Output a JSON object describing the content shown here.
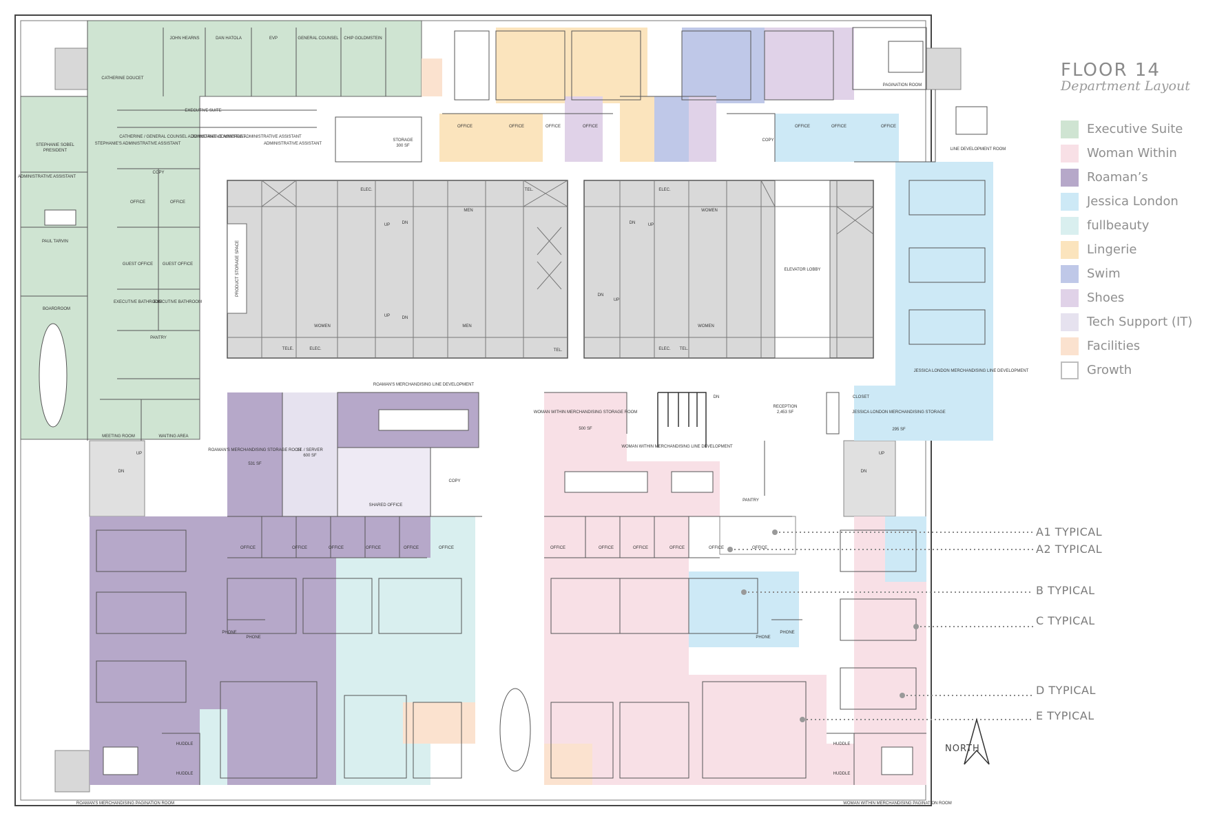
{
  "floor_title": "FLOOR 14",
  "floor_subtitle": "Department Layout",
  "legend": [
    {
      "label": "Executive Suite",
      "color": "#cfe4d2",
      "stroke": "#cfe4d2"
    },
    {
      "label": "Woman Within",
      "color": "#f8e0e6",
      "stroke": "#f8e0e6"
    },
    {
      "label": "Roaman’s",
      "color": "#b6a8c9",
      "stroke": "#b6a8c9"
    },
    {
      "label": "Jessica London",
      "color": "#cde9f6",
      "stroke": "#cde9f6"
    },
    {
      "label": "fullbeauty",
      "color": "#d9efef",
      "stroke": "#d9efef"
    },
    {
      "label": "Lingerie",
      "color": "#fbe4bd",
      "stroke": "#fbe4bd"
    },
    {
      "label": "Swim",
      "color": "#bfc8e8",
      "stroke": "#bfc8e8"
    },
    {
      "label": "Shoes",
      "color": "#e0d2e8",
      "stroke": "#e0d2e8"
    },
    {
      "label": "Tech Support (IT)",
      "color": "#e6e2ef",
      "stroke": "#e6e2ef"
    },
    {
      "label": "Facilities",
      "color": "#fbe2cf",
      "stroke": "#fbe2cf"
    },
    {
      "label": "Growth",
      "color": "#ffffff",
      "stroke": "#bdbdbd"
    }
  ],
  "typicals": [
    "A1 TYPICAL",
    "A2 TYPICAL",
    "B TYPICAL",
    "C TYPICAL",
    "D TYPICAL",
    "E TYPICAL"
  ],
  "north_label": "NORTH",
  "rooms": {
    "catherine": "CATHERINE DOUCET",
    "exec_suite": "EXECUTIVE SUITE",
    "stephanie": "STEPHANIE SOBEL",
    "president": "PRESIDENT",
    "admin_assistant": "ADMINISTRATIVE ASSISTANT",
    "paul": "PAUL TARVIN",
    "boardroom": "BOARDROOM",
    "meeting_room": "MEETING ROOM",
    "waiting_area": "WAITING AREA",
    "exec_bath_1": "EXECUTIVE BATHROOM",
    "exec_bath_2": "EXECUTIVE BATHROOM",
    "pantry_exec": "PANTRY",
    "copy_exec": "COPY",
    "office_a": "OFFICE",
    "office_b": "OFFICE",
    "guest_office_a": "GUEST OFFICE",
    "guest_office_b": "GUEST OFFICE",
    "stephanies_admin": "STEPHANIE'S ADMINISTRATIVE ASSISTANT",
    "catherine_admin": "CATHERINE / GENERAL COUNSEL ADMINISTRATIVE ASSISTANT",
    "john_admin": "JOHN/DANIE-COMMERCE ADMINISTRATIVE ASSISTANT",
    "admin_assist": "ADMINISTRATIVE ASSISTANT",
    "john_hearns": "JOHN HEARNS",
    "dan_hatola": "DAN HATOLA",
    "evp": "EVP",
    "general_counsel": "GENERAL COUNSEL",
    "chip": "CHIP GOLDMSTEIN",
    "storage": "STORAGE",
    "storage_sf": "300 SF",
    "office_top_1": "OFFICE",
    "office_top_2": "OFFICE",
    "office_top_3": "OFFICE",
    "office_top_4": "OFFICE",
    "office_top_5": "OFFICE",
    "office_top_6": "OFFICE",
    "office_top_7": "OFFICE",
    "copy_top": "COPY",
    "pagination_room": "PAGINATION ROOM",
    "line_dev_room": "LINE DEVELOPMENT ROOM",
    "elec_1": "ELEC.",
    "tel_1": "TEL.",
    "elec_2": "ELEC.",
    "men_1": "MEN",
    "men_2": "MEN",
    "women_1": "WOMEN",
    "women_2": "WOMEN",
    "women_3": "WOMEN",
    "tele_1": "TELE.",
    "elec_3": "ELEC.",
    "tel_2": "TEL.",
    "elec_4": "ELEC.",
    "tel_3": "TEL.",
    "up_1": "UP",
    "dn_1": "DN",
    "up_2": "UP",
    "dn_2": "DN",
    "dn_3": "DN",
    "up_3": "UP",
    "dn_4": "DN",
    "up_4": "UP",
    "elevator_lobby": "ELEVATOR LOBBY",
    "product_storage": "PRODUCT STORAGE SPACE",
    "roamans_line_dev": "ROAMAN'S MERCHANDISING LINE DEVELOPMENT",
    "roamans_storage": "ROAMAN'S MERCHANDISING STORAGE ROOM",
    "roamans_storage_sf": "531 SF",
    "it_server": "I.T. / SERVER",
    "it_server_sf": "600 SF",
    "shared_office": "SHARED OFFICE",
    "copy_mid": "COPY",
    "ww_storage": "WOMAN WITHIN MERCHANDISING STORAGE ROOM",
    "ww_storage_sf": "500 SF",
    "ww_line_dev": "WOMAN WITHIN MERCHANDISING LINE DEVELOPMENT",
    "reception": "RECEPTION",
    "reception_sf": "2,453 SF",
    "closet": "CLOSET",
    "jl_storage": "JESSICA LONDON MERCHANDISING STORAGE",
    "jl_storage_sf": "295 SF",
    "jl_line_dev": "JESSICA LONDON MERCHANDISING LINE DEVELOPMENT",
    "pantry_mid": "PANTRY",
    "office_mid_1": "OFFICE",
    "office_mid_2": "OFFICE",
    "office_mid_3": "OFFICE",
    "office_mid_4": "OFFICE",
    "office_mid_5": "OFFICE",
    "office_mid_6": "OFFICE",
    "office_mid_7": "OFFICE",
    "office_mid_8": "OFFICE",
    "office_mid_9": "OFFICE",
    "office_mid_10": "OFFICE",
    "office_mid_11": "OFFICE",
    "office_mid_12": "OFFICE",
    "phone_1": "PHONE",
    "phone_2": "PHONE",
    "phone_3": "PHONE",
    "phone_4": "PHONE",
    "huddle_1": "HUDDLE",
    "huddle_2": "HUDDLE",
    "huddle_3": "HUDDLE",
    "huddle_4": "HUDDLE",
    "roamans_pagination": "ROAMAN'S MERCHANDISING PAGINATION ROOM",
    "ww_pagination": "WOMAN WITHIN MERCHANDISING PAGINATION ROOM",
    "up_s1": "UP",
    "dn_s1": "DN",
    "up_s2": "UP",
    "dn_s2": "DN",
    "dn_s3": "DN"
  }
}
